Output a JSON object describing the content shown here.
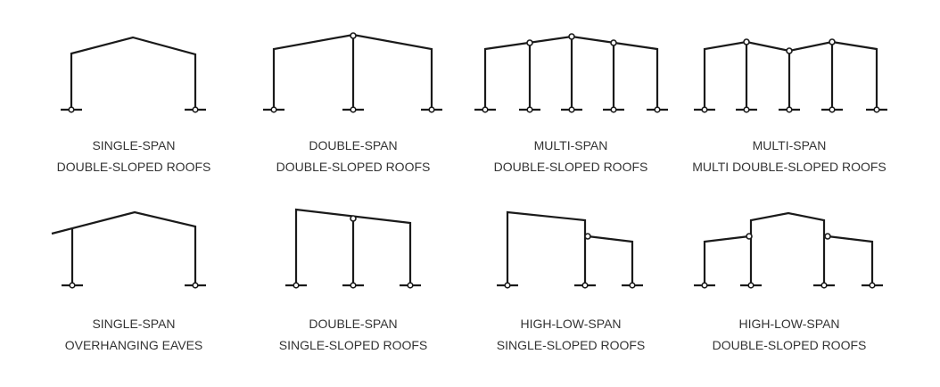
{
  "diagrams": [
    {
      "line1": "SINGLE-SPAN",
      "line2": "DOUBLE-SLOPED ROOFS"
    },
    {
      "line1": "DOUBLE-SPAN",
      "line2": "DOUBLE-SLOPED ROOFS"
    },
    {
      "line1": "MULTI-SPAN",
      "line2": "DOUBLE-SLOPED ROOFS"
    },
    {
      "line1": "MULTI-SPAN",
      "line2": "MULTI DOUBLE-SLOPED ROOFS"
    },
    {
      "line1": "SINGLE-SPAN",
      "line2": "OVERHANGING EAVES"
    },
    {
      "line1": "DOUBLE-SPAN",
      "line2": "SINGLE-SLOPED ROOFS"
    },
    {
      "line1": "HIGH-LOW-SPAN",
      "line2": "SINGLE-SLOPED ROOFS"
    },
    {
      "line1": "HIGH-LOW-SPAN",
      "line2": "DOUBLE-SLOPED ROOFS"
    }
  ]
}
